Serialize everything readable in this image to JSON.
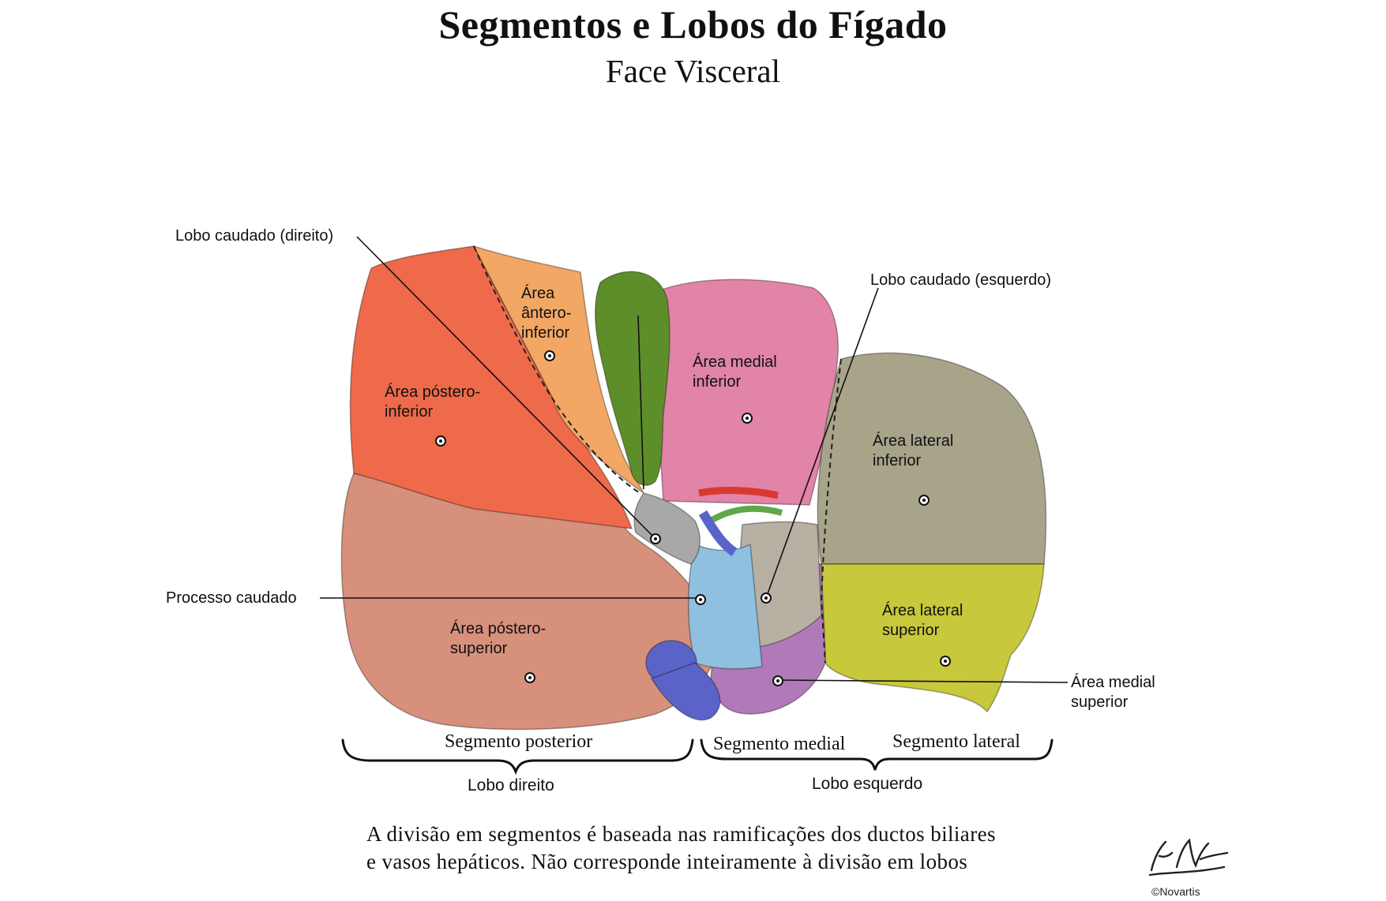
{
  "title": "Segmentos e Lobos do Fígado",
  "subtitle": "Face Visceral",
  "labels": {
    "lobo_caudado_direito": "Lobo caudado (direito)",
    "lobo_caudado_esquerdo": "Lobo caudado (esquerdo)",
    "area_antero_inferior": [
      "Área",
      "ântero-",
      "inferior"
    ],
    "area_medial_inferior": [
      "Área medial",
      "inferior"
    ],
    "area_postero_inferior": [
      "Área póstero-",
      "inferior"
    ],
    "area_lateral_inferior": [
      "Área lateral",
      "inferior"
    ],
    "processo_caudado": "Processo caudado",
    "area_lateral_superior": [
      "Área lateral",
      "superior"
    ],
    "area_postero_superior": [
      "Área póstero-",
      "superior"
    ],
    "area_medial_superior": [
      "Área medial",
      "superior"
    ]
  },
  "segments": {
    "posterior": "Segmento posterior",
    "medial": "Segmento medial",
    "lateral": "Segmento lateral"
  },
  "lobes": {
    "direito": "Lobo direito",
    "esquerdo": "Lobo esquerdo"
  },
  "caption": [
    "A divisão em segmentos é baseada nas ramificações dos ductos biliares",
    "e vasos hepáticos. Não corresponde inteiramente à divisão em lobos"
  ],
  "credit": "©Novartis",
  "colors": {
    "postero_inferior": "#ee6a4a",
    "antero_inferior": "#f3a765",
    "postero_superior": "#d7907c",
    "medial_inferior": "#e283a8",
    "lateral_inferior": "#a8a48a",
    "lateral_superior": "#c8c83c",
    "medial_superior": "#b07ab8",
    "caudate_left": "#b9b0a4",
    "caudate_right": "#a8a8a8",
    "caudate_process": "#8fc0e0",
    "gallbladder": "#5e8e2a",
    "vena_cava": "#5a64c8",
    "portal_red": "#d83a30",
    "portal_green": "#5fa84a"
  }
}
